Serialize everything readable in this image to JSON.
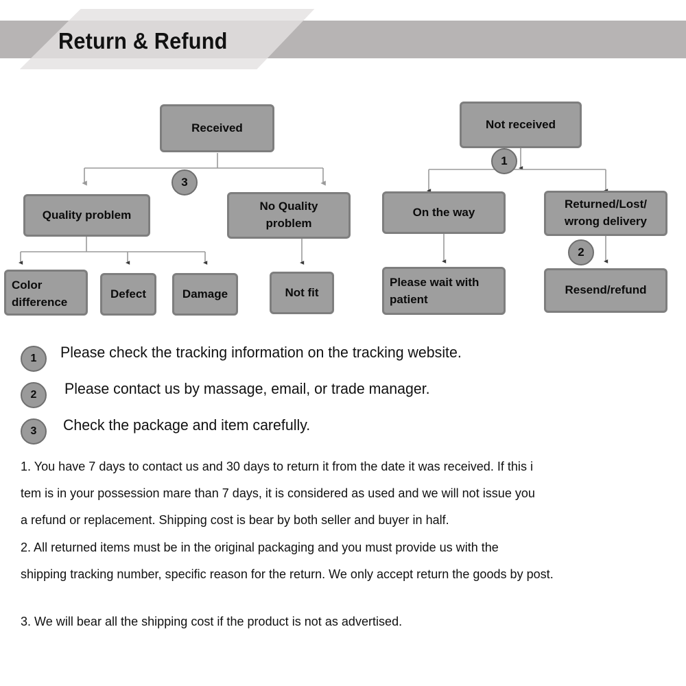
{
  "header": {
    "title": "Return & Refund",
    "band_color": "#b7b4b4",
    "slant_color": "#e3e1e1"
  },
  "theme": {
    "node_fill": "#9e9e9e",
    "node_border": "#7e7e7e",
    "badge_fill": "#9a9a9a",
    "badge_border": "#6f6f6f",
    "connector": "#8d8d8d",
    "text": "#0b0b0b",
    "background": "#ffffff"
  },
  "flowchart": {
    "left_tree": {
      "root": "Received",
      "branch_badge": "3",
      "children": [
        {
          "label": "Quality problem",
          "children": [
            "Color difference",
            "Defect",
            "Damage"
          ]
        },
        {
          "label_line1": "No Quality",
          "label_line2": "problem",
          "children": [
            "Not fit"
          ]
        }
      ]
    },
    "right_tree": {
      "root": "Not received",
      "branch_badge": "1",
      "children": [
        {
          "label": "On the  way",
          "child_line1": "Please wait with",
          "child_line2": "patient"
        },
        {
          "label_line1": "Returned/Lost/",
          "label_line2": "wrong delivery",
          "child_badge": "2",
          "child": "Resend/refund"
        }
      ]
    },
    "nodes": {
      "received": "Received",
      "not_received": "Not received",
      "quality_problem": "Quality problem",
      "no_quality_l1": "No Quality",
      "no_quality_l2": "problem",
      "color_difference_l1": "Color",
      "color_difference_l2": "difference",
      "defect": "Defect",
      "damage": "Damage",
      "not_fit": "Not fit",
      "on_the_way": "On the  way",
      "returned_lost_l1": "Returned/Lost/",
      "returned_lost_l2": "wrong delivery",
      "please_wait_l1": "Please wait with",
      "please_wait_l2": "patient",
      "resend_refund": "Resend/refund"
    },
    "badges": {
      "left_branch": "3",
      "right_branch": "1",
      "resend": "2"
    }
  },
  "legend": [
    {
      "number": "1",
      "text": "Please check the tracking information on the tracking website."
    },
    {
      "number": "2",
      "text": "Please contact us by massage, email, or trade manager."
    },
    {
      "number": "3",
      "text": "Check the package and item carefully."
    }
  ],
  "paragraphs": {
    "p1": {
      "line1": "1.   You have 7 days to contact us and 30 days to return it from the date it was received. If this i",
      "line2": "tem is in your possession mare than 7 days, it is considered as used and we will not issue you",
      "line3": "a refund or replacement. Shipping cost is bear by both seller and buyer in half."
    },
    "p2": {
      "line1": "2.   All returned items must be in the original packaging and you must provide us with the",
      "line2": "shipping tracking number, specific reason for the return. We only accept return the goods by post."
    },
    "p3": {
      "line1": "3.   We will bear all the shipping cost if the product is not as advertised."
    }
  }
}
